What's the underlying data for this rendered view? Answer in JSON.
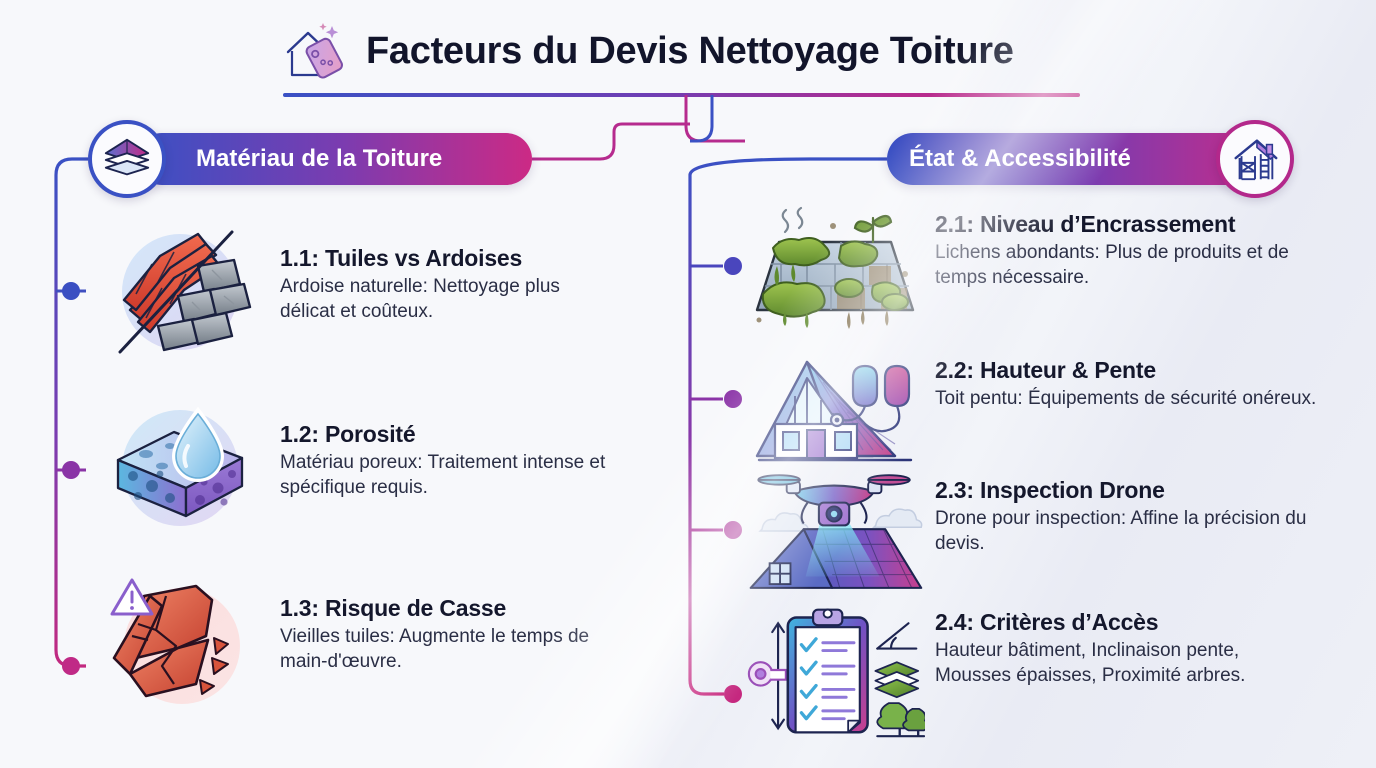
{
  "header": {
    "title": "Facteurs du Devis Nettoyage Toiture",
    "title_icon": "house-tag-sparkle-icon"
  },
  "colors": {
    "brand_blue": "#3a51c4",
    "brand_purple": "#7b3cb0",
    "brand_magenta": "#cc2a85",
    "text_dark": "#14172c",
    "background": "#f4f5f9"
  },
  "branches": [
    {
      "id": "materiau",
      "label": "Matériau de la Toiture",
      "badge_icon": "roof-layers-icon",
      "items": [
        {
          "number": "1.1",
          "title": "1.1: Tuiles vs Ardoises",
          "desc": "Ardoise naturelle: Nettoyage plus délicat et coûteux.",
          "icon": "clay-tiles-vs-slate-tiles-icon"
        },
        {
          "number": "1.2",
          "title": "1.2: Porosité",
          "desc": "Matériau poreux: Traitement intense et spécifique requis.",
          "icon": "porous-sponge-water-drop-icon"
        },
        {
          "number": "1.3",
          "title": "1.3: Risque de Casse",
          "desc": "Vieilles tuiles: Augmente le temps de main-d'œuvre.",
          "icon": "cracked-tile-warning-icon"
        }
      ]
    },
    {
      "id": "etat",
      "label": "État & Accessibilité",
      "badge_icon": "house-scaffolding-ladder-icon",
      "items": [
        {
          "number": "2.1",
          "title": "2.1: Niveau d’Encrassement",
          "desc": "Lichens abondants: Plus de produits et de temps nécessaire.",
          "icon": "mossy-dirty-roof-icon"
        },
        {
          "number": "2.2",
          "title": "2.2: Hauteur & Pente",
          "desc": "Toit pentu: Équipements de sécurité onéreux.",
          "icon": "steep-roof-carabiners-icon"
        },
        {
          "number": "2.3",
          "title": "2.3: Inspection Drone",
          "desc": "Drone pour inspection: Affine la précision du devis.",
          "icon": "drone-scanning-roof-icon"
        },
        {
          "number": "2.4",
          "title": "2.4: Critères d’Accès",
          "desc": "Hauteur bâtiment, Inclinaison pente, Mousses épaisses, Proximité arbres.",
          "icon": "clipboard-checklist-criteria-icon"
        }
      ]
    }
  ]
}
